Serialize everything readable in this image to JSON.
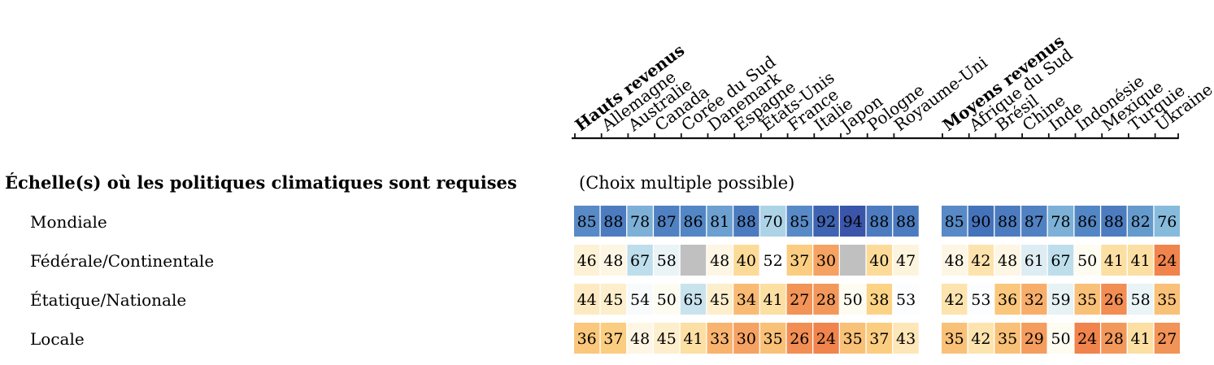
{
  "chart_data": {
    "type": "heatmap",
    "section_title": "Échelle(s) où les politiques climatiques sont requises",
    "section_subtitle": "(Choix multiple possible)",
    "groups": [
      {
        "name": "Hauts revenus",
        "countries": [
          "Allemagne",
          "Australie",
          "Canada",
          "Corée du Sud",
          "Danemark",
          "Espagne",
          "États-Unis",
          "France",
          "Italie",
          "Japon",
          "Pologne",
          "Royaume-Uni"
        ]
      },
      {
        "name": "Moyens revenus",
        "countries": [
          "Afrique du Sud",
          "Brésil",
          "Chine",
          "Inde",
          "Indonésie",
          "Mexique",
          "Turquie",
          "Ukraine"
        ]
      }
    ],
    "rows": [
      {
        "label": "Mondiale",
        "high": [
          85,
          88,
          78,
          87,
          86,
          81,
          88,
          70,
          85,
          92,
          94,
          88,
          88
        ],
        "middle": [
          85,
          90,
          88,
          87,
          78,
          86,
          88,
          82,
          76
        ]
      },
      {
        "label": "Fédérale/Continentale",
        "high": [
          46,
          48,
          67,
          58,
          null,
          48,
          40,
          52,
          37,
          30,
          null,
          40,
          47
        ],
        "middle": [
          48,
          42,
          48,
          61,
          67,
          50,
          41,
          41,
          24
        ]
      },
      {
        "label": "Étatique/Nationale",
        "high": [
          44,
          45,
          54,
          50,
          65,
          45,
          34,
          41,
          27,
          28,
          50,
          38,
          53
        ],
        "middle": [
          42,
          53,
          36,
          32,
          59,
          35,
          26,
          58,
          35
        ]
      },
      {
        "label": "Locale",
        "high": [
          36,
          37,
          48,
          45,
          41,
          33,
          30,
          35,
          26,
          24,
          35,
          37,
          43
        ],
        "middle": [
          35,
          42,
          35,
          29,
          50,
          24,
          28,
          41,
          27
        ]
      }
    ],
    "color_scale": {
      "min_color": "#f0814b",
      "mid_color": "#ffffff",
      "max_color": "#3750a6",
      "missing_color": "#c0c0c0"
    }
  }
}
